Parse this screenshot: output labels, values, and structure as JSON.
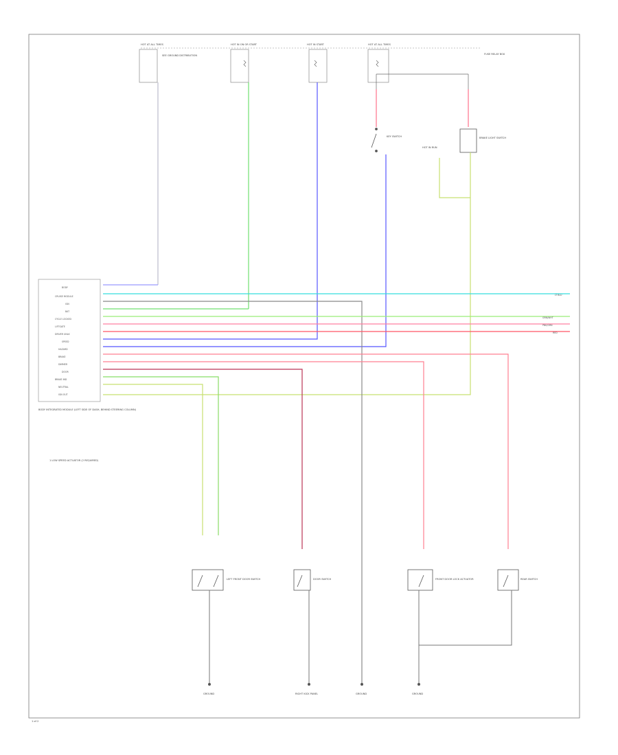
{
  "diagram": {
    "page_footer": "1 of 2",
    "module_labels": [
      "BODY",
      "CRUISE MODULE",
      "IGN",
      "BAT",
      "CYCLE LOCKED",
      "LIFTGATE",
      "DRIVER UNLK",
      "SPEED",
      "HAZARD",
      "BRAKE",
      "DIMMER",
      "DOOR",
      "BRAKE IND",
      "NEUTRAL",
      "IGN OUT"
    ],
    "module_caption": "BODY INTEGRATED MODULE (LEFT SIDE OF DASH, BEHIND STEERING COLUMN)",
    "notes": "1 LOW SPEED ACTUATOR (2 REQUIRED)",
    "fuse_labels": [
      "HOT AT ALL TIMES",
      "HOT IN ON OR START",
      "HOT IN START",
      "HOT AT ALL TIMES"
    ],
    "component_labels": {
      "ground_top": "SEE GROUND DISTRIBUTION",
      "fuse_right": "FUSE RELAY BOX",
      "key_switch": "KEY SWITCH",
      "brake_switch": "BRAKE LIGHT SWITCH",
      "sw1": "LEFT FRONT DOOR SWITCH",
      "sw2": "DOOR SWITCH",
      "sw3": "FRONT DOOR LOCK ACTUATOR",
      "sw4": "REAR SWITCH"
    },
    "ground_labels": [
      "GROUND",
      "RIGHT KICK PANEL",
      "GROUND",
      "GROUND"
    ]
  }
}
